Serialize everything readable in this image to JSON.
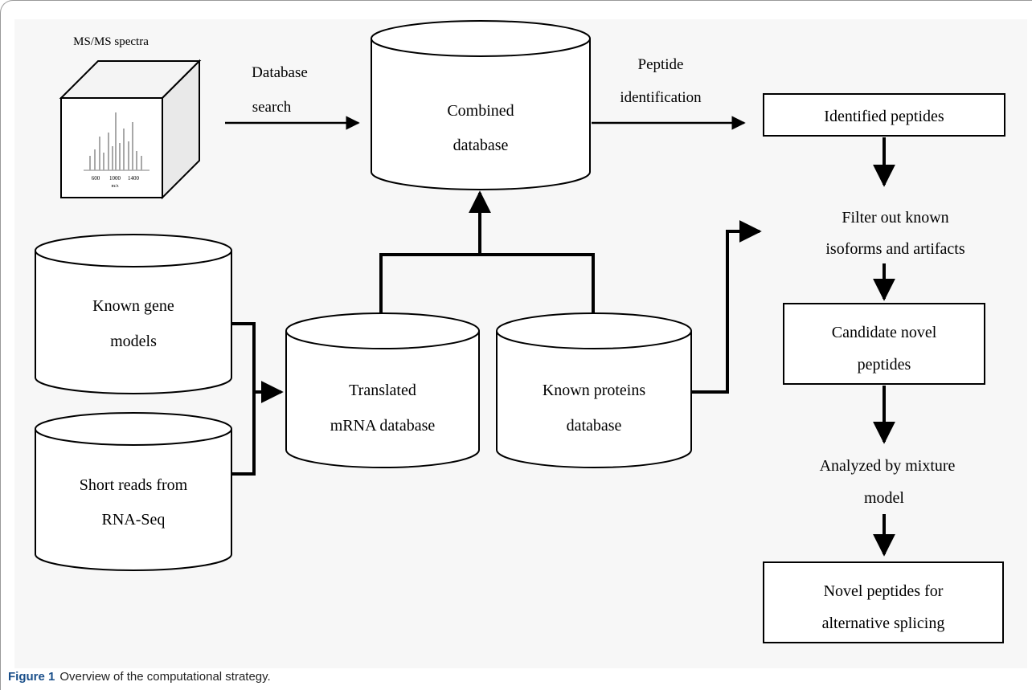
{
  "spectra": {
    "title": "MS/MS spectra",
    "ticks": [
      "600",
      "1000",
      "1400"
    ],
    "axis_label": "m/z"
  },
  "arrows": {
    "database_search": [
      "Database",
      "search"
    ],
    "peptide_identification": [
      "Peptide",
      "identification"
    ]
  },
  "databases": {
    "combined": [
      "Combined",
      "database"
    ],
    "known_gene_models": [
      "Known gene",
      "models"
    ],
    "short_reads": [
      "Short reads from",
      "RNA-Seq"
    ],
    "translated_mrna": [
      "Translated",
      "mRNA database"
    ],
    "known_proteins": [
      "Known proteins",
      "database"
    ]
  },
  "steps": {
    "identified_peptides": [
      "Identified peptides"
    ],
    "filter": [
      "Filter out known",
      "isoforms and artifacts"
    ],
    "candidate_novel": [
      "Candidate novel",
      "peptides"
    ],
    "mixture_model": [
      "Analyzed by mixture",
      "model"
    ],
    "novel_peptides": [
      "Novel peptides for",
      "alternative splicing"
    ]
  },
  "caption": {
    "label": "Figure 1",
    "text": "Overview of the computational strategy."
  }
}
